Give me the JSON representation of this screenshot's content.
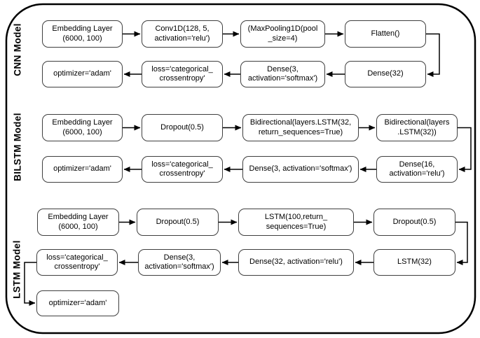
{
  "sections": [
    {
      "label": "CNN Model",
      "boxes": [
        "Embedding Layer\n(6000, 100)",
        "Conv1D(128, 5,\nactivation='relu')",
        "(MaxPooling1D(pool\n_size=4)",
        "Flatten()",
        "Dense(32)",
        "Dense(3,\nactivation='softmax')",
        "loss='categorical_\ncrossentropy'",
        "optimizer='adam'"
      ]
    },
    {
      "label": "BILSTM Model",
      "boxes": [
        "Embedding Layer\n(6000, 100)",
        "Dropout(0.5)",
        "Bidirectional(layers.LSTM(32,\nreturn_sequences=True)",
        "Bidirectional(layers\n.LSTM(32))",
        "Dense(16,\nactivation='relu')",
        "Dense(3, activation='softmax')",
        "loss='categorical_\ncrossentropy'",
        "optimizer='adam'"
      ]
    },
    {
      "label": "LSTM Model",
      "boxes": [
        "Embedding Layer\n(6000, 100)",
        "Dropout(0.5)",
        "LSTM(100,return_\nsequences=True)",
        "Dropout(0.5)",
        "LSTM(32)",
        "Dense(32, activation='relu')",
        "Dense(3,\nactivation='softmax')",
        "loss='categorical_\ncrossentropy'",
        "optimizer='adam'"
      ]
    }
  ],
  "colors": {
    "box_fill": "#ffffff",
    "box_border": "#3f3f3f",
    "arrow": "#000000",
    "outer_border": "#000000",
    "text": "#000000",
    "background": "#ffffff"
  }
}
